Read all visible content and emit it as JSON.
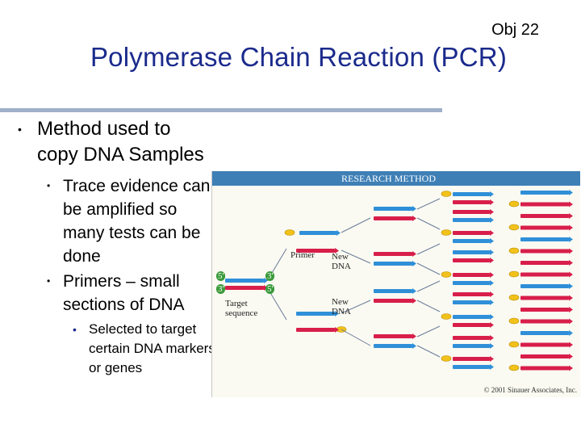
{
  "slide": {
    "obj": "Obj 22",
    "title": "Polymerase Chain Reaction (PCR)"
  },
  "bullets": {
    "main": "Method used to copy DNA Samples",
    "sub1": "Trace evidence can be amplified so many tests can be done",
    "sub2": "Primers – small sections of DNA",
    "subsub": "Selected to target certain DNA markers or genes"
  },
  "figure": {
    "header": "RESEARCH METHOD",
    "label_5a": "5'",
    "label_3a": "3'",
    "label_3b": "3'",
    "label_5b": "5'",
    "target": "Target sequence",
    "primer": "Primer",
    "new_dna_1": "New DNA",
    "new_dna_2": "New DNA",
    "copyright": "© 2001 Sinauer Associates, Inc.",
    "colors": {
      "blue_strand": "#2f8fd8",
      "red_strand": "#d81e4a",
      "primer": "#f2c21b",
      "header": "#3e7fb6"
    }
  }
}
